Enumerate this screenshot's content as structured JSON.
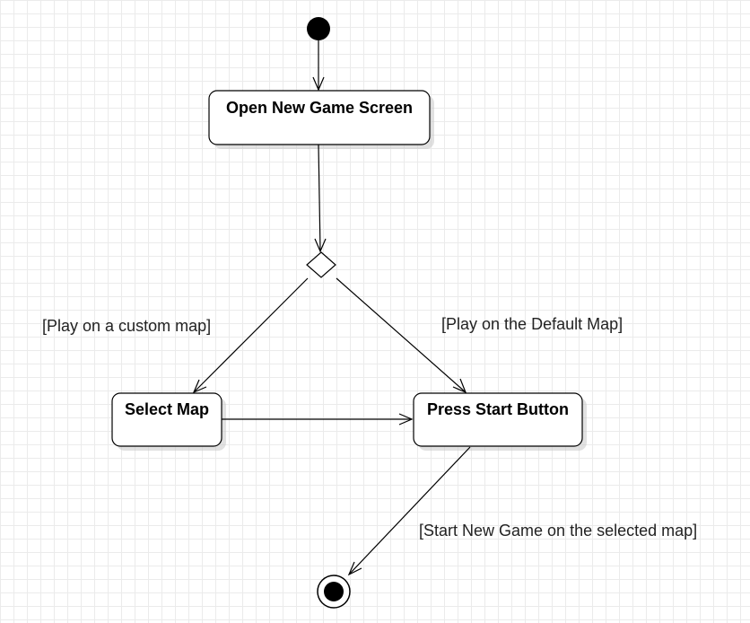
{
  "diagram": {
    "type": "uml-activity",
    "nodes": {
      "open_new_game": {
        "label": "Open New Game Screen"
      },
      "select_map": {
        "label": "Select Map"
      },
      "press_start": {
        "label": "Press Start Button"
      }
    },
    "guards": {
      "custom_map": "[Play on a custom map]",
      "default_map": "[Play on the Default Map]",
      "start_game": "[Start New Game on the selected map]"
    },
    "edges": [
      {
        "from": "initial",
        "to": "open_new_game"
      },
      {
        "from": "open_new_game",
        "to": "decision"
      },
      {
        "from": "decision",
        "to": "select_map",
        "guard": "custom_map"
      },
      {
        "from": "decision",
        "to": "press_start",
        "guard": "default_map"
      },
      {
        "from": "select_map",
        "to": "press_start"
      },
      {
        "from": "press_start",
        "to": "final",
        "guard": "start_game"
      }
    ]
  }
}
